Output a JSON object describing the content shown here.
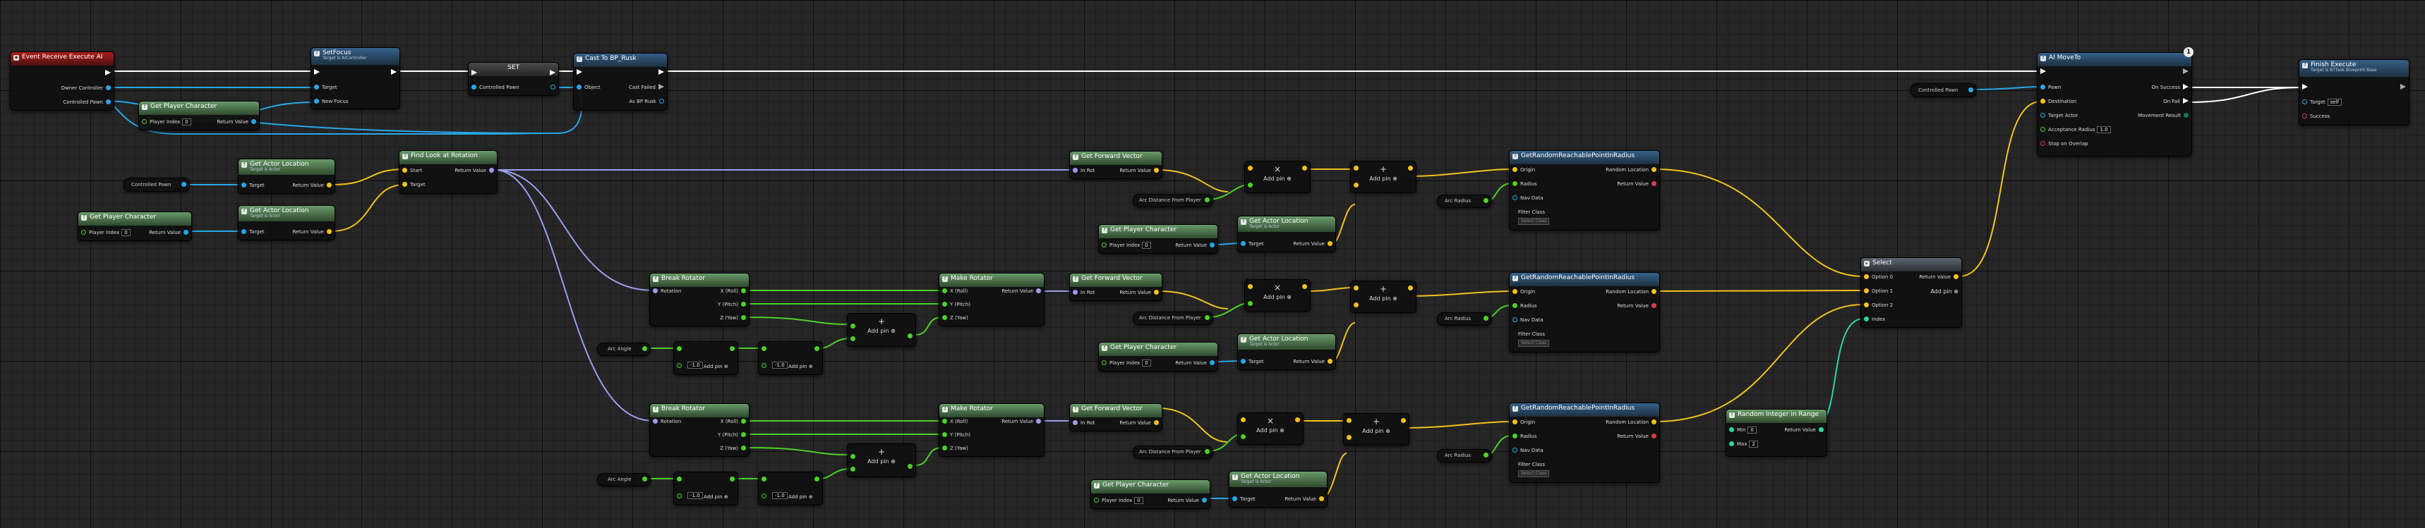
{
  "nodes": {
    "event_receive": {
      "title": "Event Receive Execute AI",
      "pins": {
        "controller": "Owner Controller",
        "pawn": "Controlled Pawn"
      }
    },
    "get_player_char_top": {
      "title": "Get Player Character",
      "player_index": "Player Index",
      "index_val": "0",
      "return": "Return Value"
    },
    "set_focus": {
      "title": "SetFocus",
      "subtitle": "Target is AIController",
      "target": "Target",
      "new_focus": "New Focus"
    },
    "set_var": {
      "title": "SET",
      "pawn": "Controlled Pawn"
    },
    "cast": {
      "title": "Cast To BP_Rusk",
      "object": "Object",
      "failed": "Cast Failed",
      "as": "As BP Rusk"
    },
    "ai_moveto": {
      "title": "AI MoveTo",
      "pawn": "Pawn",
      "on_success": "On Success",
      "destination": "Destination",
      "on_fail": "On Fail",
      "target_actor": "Target Actor",
      "movement_result": "Movement Result",
      "radius": "Acceptance Radius",
      "radius_val": "1.0",
      "stop": "Stop on Overlap"
    },
    "finish": {
      "title": "Finish Execute",
      "subtitle": "Target is BTTask Blueprint Base",
      "target": "Target",
      "target_val": "self",
      "success": "Success"
    },
    "controlled_pawn_var_right": {
      "label": "Controlled Pawn"
    },
    "controlled_pawn_var_left": {
      "label": "Controlled Pawn"
    },
    "get_actor_loc_1": {
      "title": "Get Actor Location",
      "subtitle": "Target is Actor",
      "target": "Target",
      "return": "Return Value"
    },
    "get_actor_loc_2": {
      "title": "Get Actor Location",
      "subtitle": "Target is Actor",
      "target": "Target",
      "return": "Return Value"
    },
    "get_player_char_left": {
      "title": "Get Player Character",
      "player_index": "Player Index",
      "index_val": "0",
      "return": "Return Value"
    },
    "find_look": {
      "title": "Find Look at Rotation",
      "start": "Start",
      "target": "Target",
      "return": "Return Value"
    },
    "break_rot_1": {
      "title": "Break Rotator",
      "rotation": "Rotation",
      "x": "X (Roll)",
      "y": "Y (Pitch)",
      "z": "Z (Yaw)"
    },
    "break_rot_2": {
      "title": "Break Rotator",
      "rotation": "Rotation",
      "x": "X (Roll)",
      "y": "Y (Pitch)",
      "z": "Z (Yaw)"
    },
    "make_rot_1": {
      "title": "Make Rotator",
      "x": "X (Roll)",
      "y": "Y (Pitch)",
      "z": "Z (Yaw)",
      "return": "Return Value"
    },
    "make_rot_2": {
      "title": "Make Rotator",
      "x": "X (Roll)",
      "y": "Y (Pitch)",
      "z": "Z (Yaw)",
      "return": "Return Value"
    },
    "fwd_1": {
      "title": "Get Forward Vector",
      "in_rot": "In Rot",
      "return": "Return Value"
    },
    "fwd_2": {
      "title": "Get Forward Vector",
      "in_rot": "In Rot",
      "return": "Return Value"
    },
    "fwd_3": {
      "title": "Get Forward Vector",
      "in_rot": "In Rot",
      "return": "Return Value"
    },
    "arc_dist_1": {
      "label": "Arc Distance From Player"
    },
    "arc_dist_2": {
      "label": "Arc Distance From Player"
    },
    "arc_dist_3": {
      "label": "Arc Distance From Player"
    },
    "gpc_mid_1": {
      "title": "Get Player Character",
      "player_index": "Player Index",
      "index_val": "0",
      "return": "Return Value"
    },
    "gpc_mid_2": {
      "title": "Get Player Character",
      "player_index": "Player Index",
      "index_val": "0",
      "return": "Return Value"
    },
    "gpc_mid_3": {
      "title": "Get Player Character",
      "player_index": "Player Index",
      "index_val": "0",
      "return": "Return Value"
    },
    "gal_mid_1": {
      "title": "Get Actor Location",
      "subtitle": "Target is Actor",
      "target": "Target",
      "return": "Return Value"
    },
    "gal_mid_2": {
      "title": "Get Actor Location",
      "subtitle": "Target is Actor",
      "target": "Target",
      "return": "Return Value"
    },
    "gal_mid_3": {
      "title": "Get Actor Location",
      "subtitle": "Target is Actor",
      "target": "Target",
      "return": "Return Value"
    },
    "mul_1": {
      "op": "×",
      "label": "Add pin"
    },
    "mul_2": {
      "op": "×",
      "label": "Add pin"
    },
    "mul_3": {
      "op": "×",
      "label": "Add pin"
    },
    "add_1": {
      "op": "+",
      "label": "Add pin"
    },
    "add_2": {
      "op": "+",
      "label": "Add pin"
    },
    "add_3": {
      "op": "+",
      "label": "Add pin"
    },
    "arc_radius_1": {
      "label": "Arc Radius"
    },
    "arc_radius_2": {
      "label": "Arc Radius"
    },
    "arc_radius_3": {
      "label": "Arc Radius"
    },
    "grr_1": {
      "title": "GetRandomReachablePointInRadius",
      "origin": "Origin",
      "random_location": "Random Location",
      "radius": "Radius",
      "return": "Return Value",
      "nav_data": "Nav Data",
      "filter": "Filter Class",
      "select": "Select Class"
    },
    "grr_2": {
      "title": "GetRandomReachablePointInRadius",
      "origin": "Origin",
      "random_location": "Random Location",
      "radius": "Radius",
      "return": "Return Value",
      "nav_data": "Nav Data",
      "filter": "Filter Class",
      "select": "Select Class"
    },
    "grr_3": {
      "title": "GetRandomReachablePointInRadius",
      "origin": "Origin",
      "random_location": "Random Location",
      "radius": "Radius",
      "return": "Return Value",
      "nav_data": "Nav Data",
      "filter": "Filter Class",
      "select": "Select Class"
    },
    "arc_angle_1": {
      "label": "Arc Angle"
    },
    "arc_angle_2": {
      "label": "Arc Angle"
    },
    "neg_1": {
      "val": "-1.0",
      "label": "Add pin"
    },
    "neg_2": {
      "val": "-1.0",
      "label": "Add pin"
    },
    "neg_3": {
      "val": "-1.0",
      "label": "Add pin"
    },
    "neg_4": {
      "val": "-1.0",
      "label": "Add pin"
    },
    "add_rot_1": {
      "op": "+",
      "label": "Add pin"
    },
    "add_rot_2": {
      "op": "+",
      "label": "Add pin"
    },
    "select": {
      "title": "Select",
      "opt0": "Option 0",
      "opt1": "Option 1",
      "opt2": "Option 2",
      "index": "Index",
      "return": "Return Value",
      "add_pin": "Add pin"
    },
    "random_int": {
      "title": "Random Integer in Range",
      "min": "Min",
      "min_val": "0",
      "max": "Max",
      "max_val": "2",
      "return": "Return Value"
    }
  },
  "badge_text": "1"
}
